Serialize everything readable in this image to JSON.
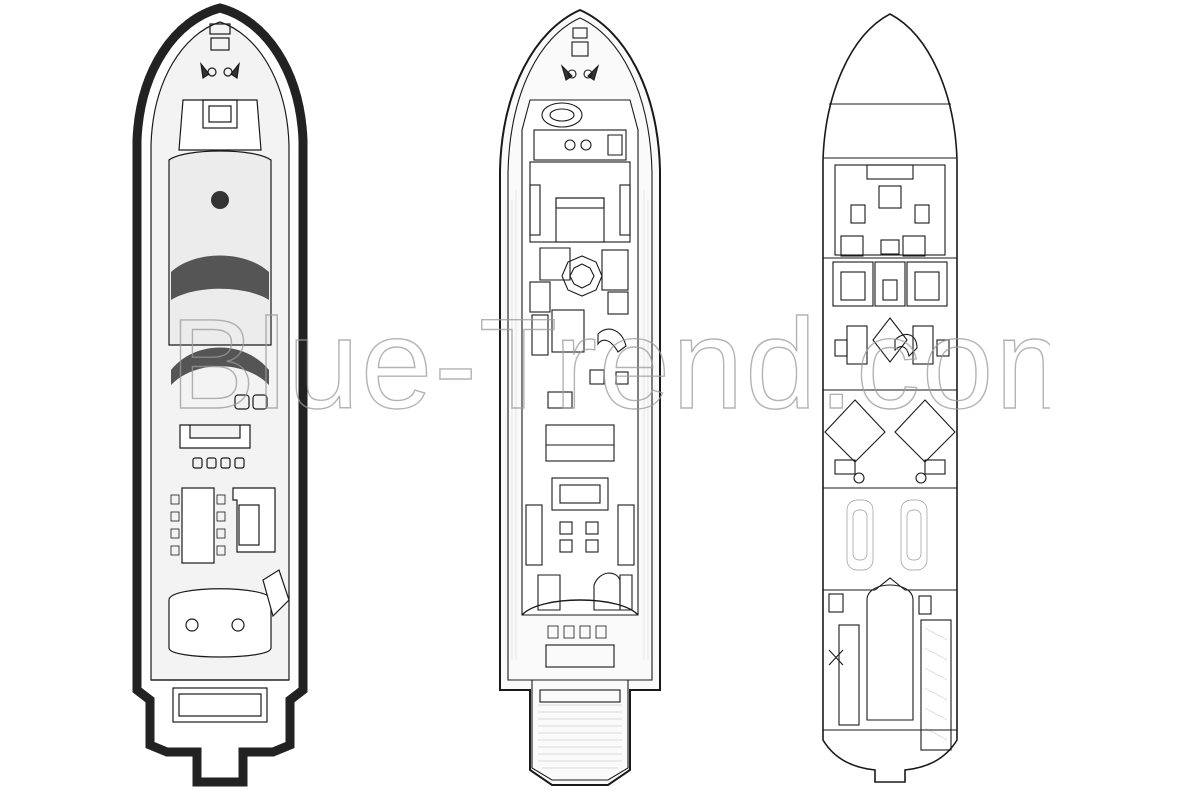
{
  "image": {
    "description_free": true,
    "background": "#ffffff",
    "line_color": "#1a1a1a",
    "fill_color": "#f2f2f2"
  },
  "decks": [
    {
      "id": "sun-deck"
    },
    {
      "id": "main-deck"
    },
    {
      "id": "lower-deck"
    }
  ],
  "watermark": {
    "text": "Blue-Trend.com"
  }
}
